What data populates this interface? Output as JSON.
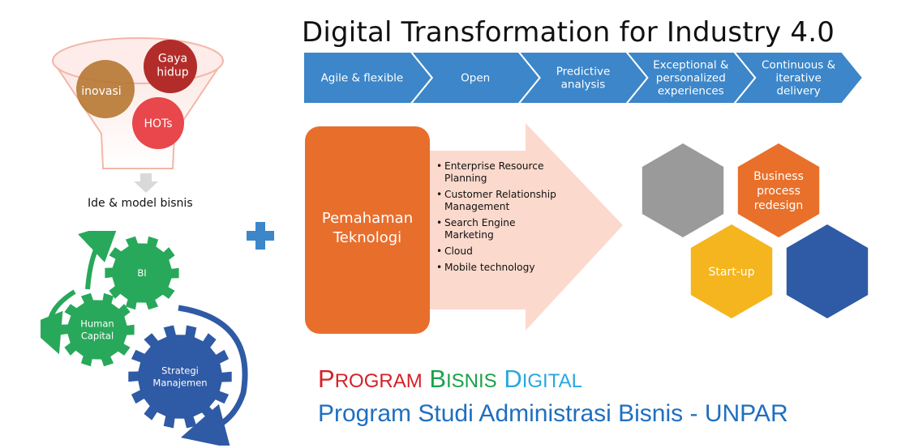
{
  "title": "Digital Transformation for Industry 4.0",
  "chevrons": [
    {
      "label_lines": [
        "Agile & flexible"
      ]
    },
    {
      "label_lines": [
        "Open"
      ]
    },
    {
      "label_lines": [
        "Predictive",
        "analysis"
      ]
    },
    {
      "label_lines": [
        "Exceptional &",
        "personalized",
        "experiences"
      ]
    },
    {
      "label_lines": [
        "Continuous &",
        "iterative",
        "delivery"
      ]
    }
  ],
  "funnel": {
    "circles": [
      {
        "label_lines": [
          "inovasi"
        ],
        "color": "#b4742c"
      },
      {
        "label_lines": [
          "Gaya",
          "hidup"
        ],
        "color": "#b22d2a"
      },
      {
        "label_lines": [
          "HOTs"
        ],
        "color": "#e8474b"
      }
    ],
    "output_label": "Ide & model bisnis"
  },
  "gears": [
    {
      "label_lines": [
        "BI"
      ],
      "color": "#28a85a"
    },
    {
      "label_lines": [
        "Human",
        "Capital"
      ],
      "color": "#28a85a"
    },
    {
      "label_lines": [
        "Strategi",
        "Manajemen"
      ],
      "color": "#2f5aa5"
    }
  ],
  "technology": {
    "label_lines": [
      "Pemahaman",
      "Teknologi"
    ],
    "items": [
      "Enterprise Resource Planning",
      "Customer Relationship Management",
      "Search Engine Marketing",
      "Cloud",
      "Mobile technology"
    ]
  },
  "hexagons": [
    {
      "label_lines": [],
      "color": "#9a9a9a"
    },
    {
      "label_lines": [
        "Business",
        "process",
        "redesign"
      ],
      "color": "#e8702a"
    },
    {
      "label_lines": [
        "Start-up"
      ],
      "color": "#f5b51e"
    },
    {
      "label_lines": [],
      "color": "#2f5aa5"
    }
  ],
  "brand": {
    "line1": [
      {
        "first": "P",
        "rest": "ROGRAM",
        "color": "#d62027"
      },
      {
        "first": "B",
        "rest": "ISNIS",
        "color": "#1aa24a"
      },
      {
        "first": "D",
        "rest": "IGITAL",
        "color": "#2aa7df"
      }
    ],
    "line2": "Program Studi Administrasi Bisnis - UNPAR"
  },
  "colors": {
    "chevron": "#3c86c9",
    "tech_box": "#e86e2c",
    "tech_arrow": "#fbd9cc",
    "plus": "#3c86c9"
  }
}
